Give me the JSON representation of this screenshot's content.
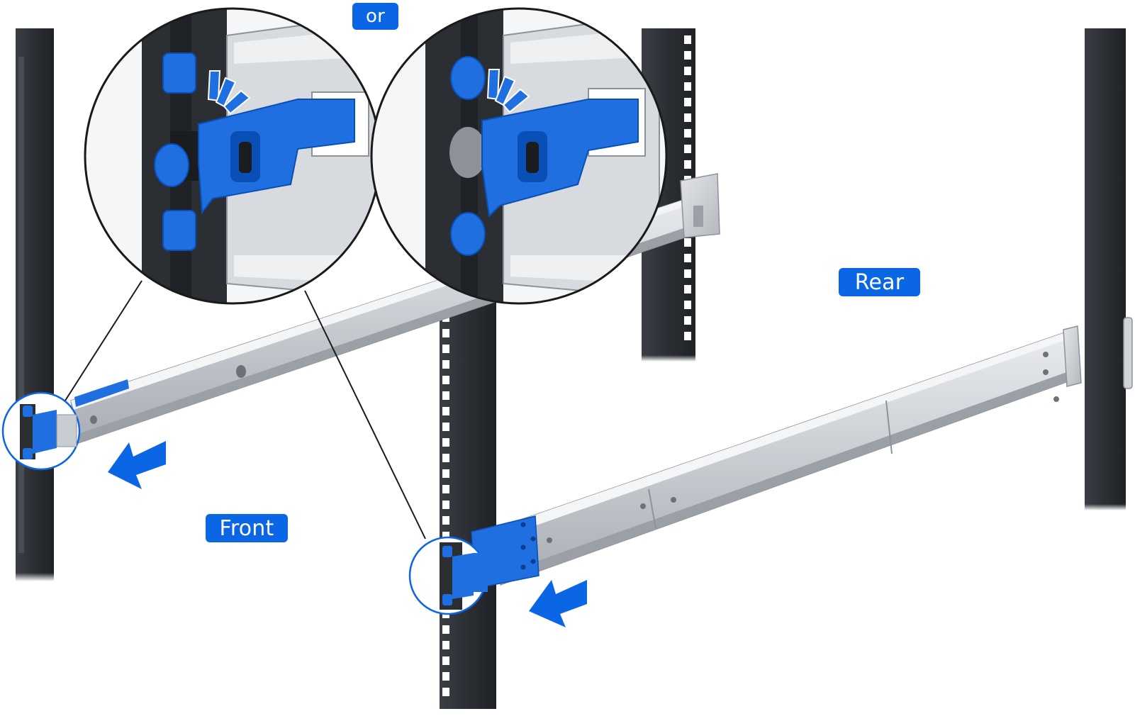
{
  "labels": {
    "or": "or",
    "rear": "Rear",
    "front": "Front"
  },
  "colors": {
    "accent_blue": "#0a66e4",
    "rack_dark": "#2b2e33",
    "rail_light": "#d7dade",
    "rail_mid": "#b9bdc3",
    "rail_edge": "#8d9298",
    "background": "#ffffff"
  },
  "icons": {
    "direction_arrow": "arrow-left-down-icon",
    "latch_clip": "rail-latch-icon",
    "click_indicator": "click-sound-icon",
    "magnifier": "zoom-callout-icon"
  }
}
